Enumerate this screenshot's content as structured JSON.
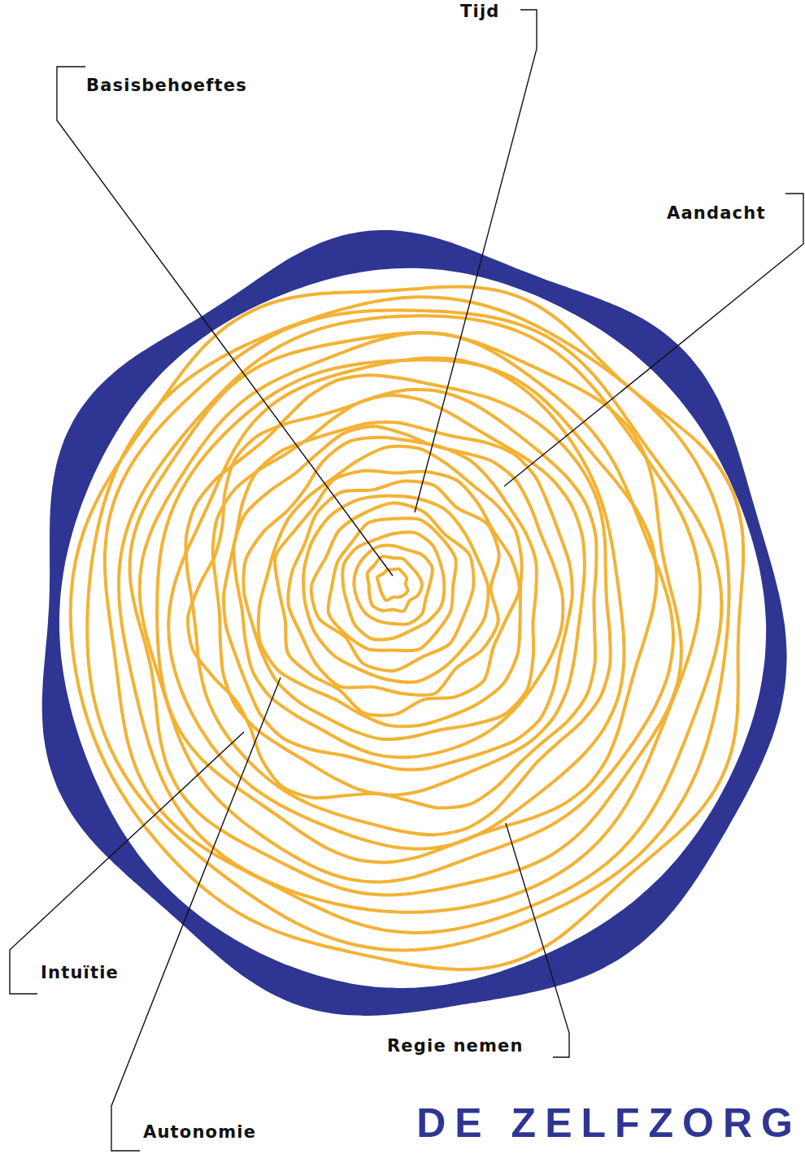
{
  "diagram": {
    "labels": [
      "Tijd",
      "Basisbehoeftes",
      "Aandacht",
      "Intuïtie",
      "Autonomie",
      "Regie nemen",
      "DE ZELFZORG"
    ]
  }
}
